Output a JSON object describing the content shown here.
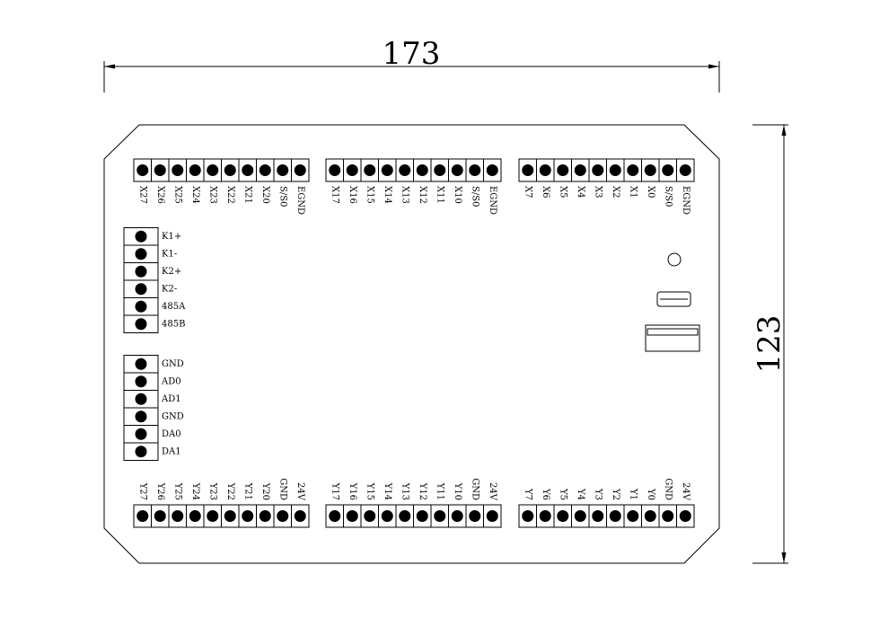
{
  "dimensions": {
    "width": "173",
    "height": "123"
  },
  "terminal_blocks": {
    "top": [
      {
        "labels": [
          "X27",
          "X26",
          "X25",
          "X24",
          "X23",
          "X22",
          "X21",
          "X20",
          "S/S0",
          "EGND"
        ]
      },
      {
        "labels": [
          "X17",
          "X16",
          "X15",
          "X14",
          "X13",
          "X12",
          "X11",
          "X10",
          "S/S0",
          "EGND"
        ]
      },
      {
        "labels": [
          "X7",
          "X6",
          "X5",
          "X4",
          "X3",
          "X2",
          "X1",
          "X0",
          "S/S0",
          "EGND"
        ]
      }
    ],
    "bottom": [
      {
        "labels": [
          "Y27",
          "Y26",
          "Y25",
          "Y24",
          "Y23",
          "Y22",
          "Y21",
          "Y20",
          "GND",
          "24V"
        ]
      },
      {
        "labels": [
          "Y17",
          "Y16",
          "Y15",
          "Y14",
          "Y13",
          "Y12",
          "Y11",
          "Y10",
          "GND",
          "24V"
        ]
      },
      {
        "labels": [
          "Y7",
          "Y6",
          "Y5",
          "Y4",
          "Y3",
          "Y2",
          "Y1",
          "Y0",
          "GND",
          "24V"
        ]
      }
    ],
    "left": [
      {
        "labels": [
          "K1+",
          "K1-",
          "K2+",
          "K2-",
          "485A",
          "485B"
        ]
      },
      {
        "labels": [
          "GND",
          "AD0",
          "AD1",
          "GND",
          "DA0",
          "DA1"
        ]
      }
    ]
  },
  "components": [
    "led-indicator",
    "fuse",
    "usb-port"
  ]
}
